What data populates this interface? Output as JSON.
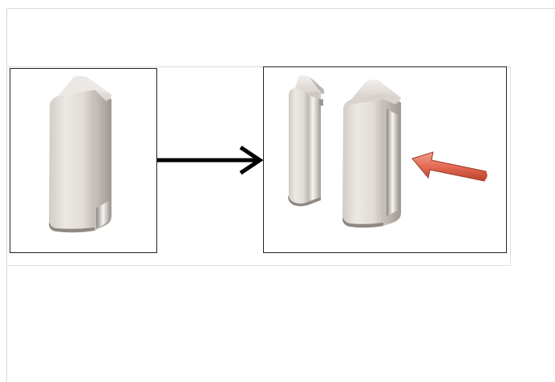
{
  "diagram": {
    "panels": [
      {
        "id": "before",
        "content": "solid-part"
      },
      {
        "id": "after",
        "content": "split-parts"
      }
    ],
    "connector": {
      "from": "before",
      "to": "after",
      "style": "black-arrow"
    },
    "indicator": {
      "style": "3d-arrow",
      "points_to": "hollow-side-of-right-part"
    },
    "colors": {
      "border": "#222222",
      "part_face": "#e2ddd8",
      "part_shadow": "#b9b2ac",
      "indicator_arrow": "#e8705a",
      "connector_arrow": "#000000"
    }
  }
}
